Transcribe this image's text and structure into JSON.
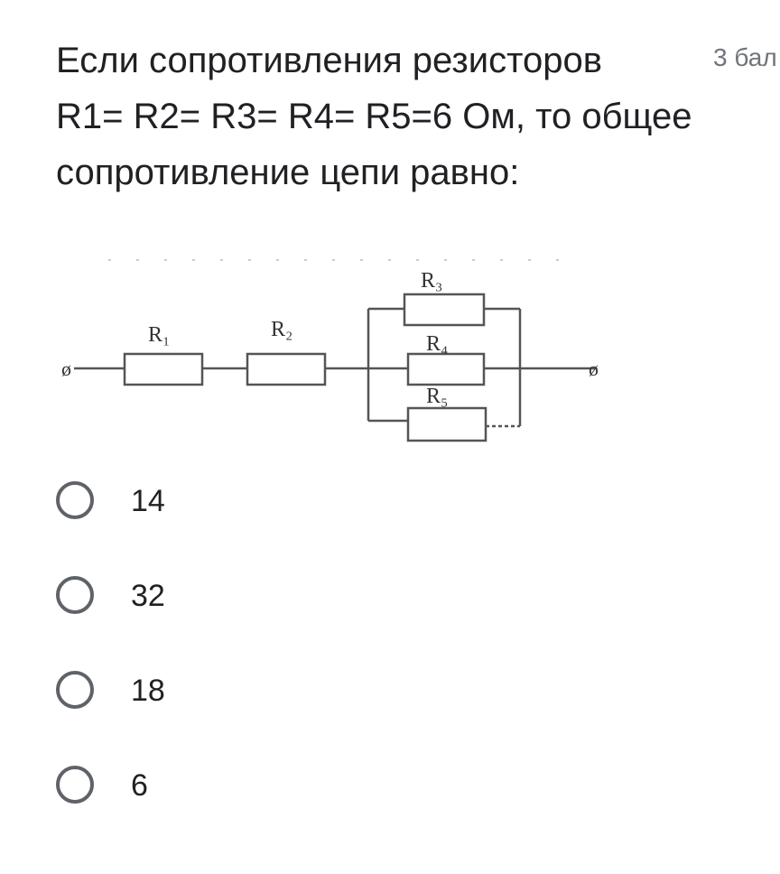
{
  "question": {
    "text_line1": "Если сопротивления резисторов",
    "text_line2": "R1= R2= R3= R4= R5=6 Ом, то общее",
    "text_line3": "сопротивление цепи равно:",
    "points": "3 бал"
  },
  "circuit": {
    "labels": {
      "r1": "R₁",
      "r2": "R₂",
      "r3": "R₃",
      "r4": "R₄",
      "r5": "R₅"
    },
    "terminal_symbol": "ø"
  },
  "options": [
    {
      "label": "14",
      "selected": false
    },
    {
      "label": "32",
      "selected": false
    },
    {
      "label": "18",
      "selected": false
    },
    {
      "label": "6",
      "selected": false
    }
  ]
}
